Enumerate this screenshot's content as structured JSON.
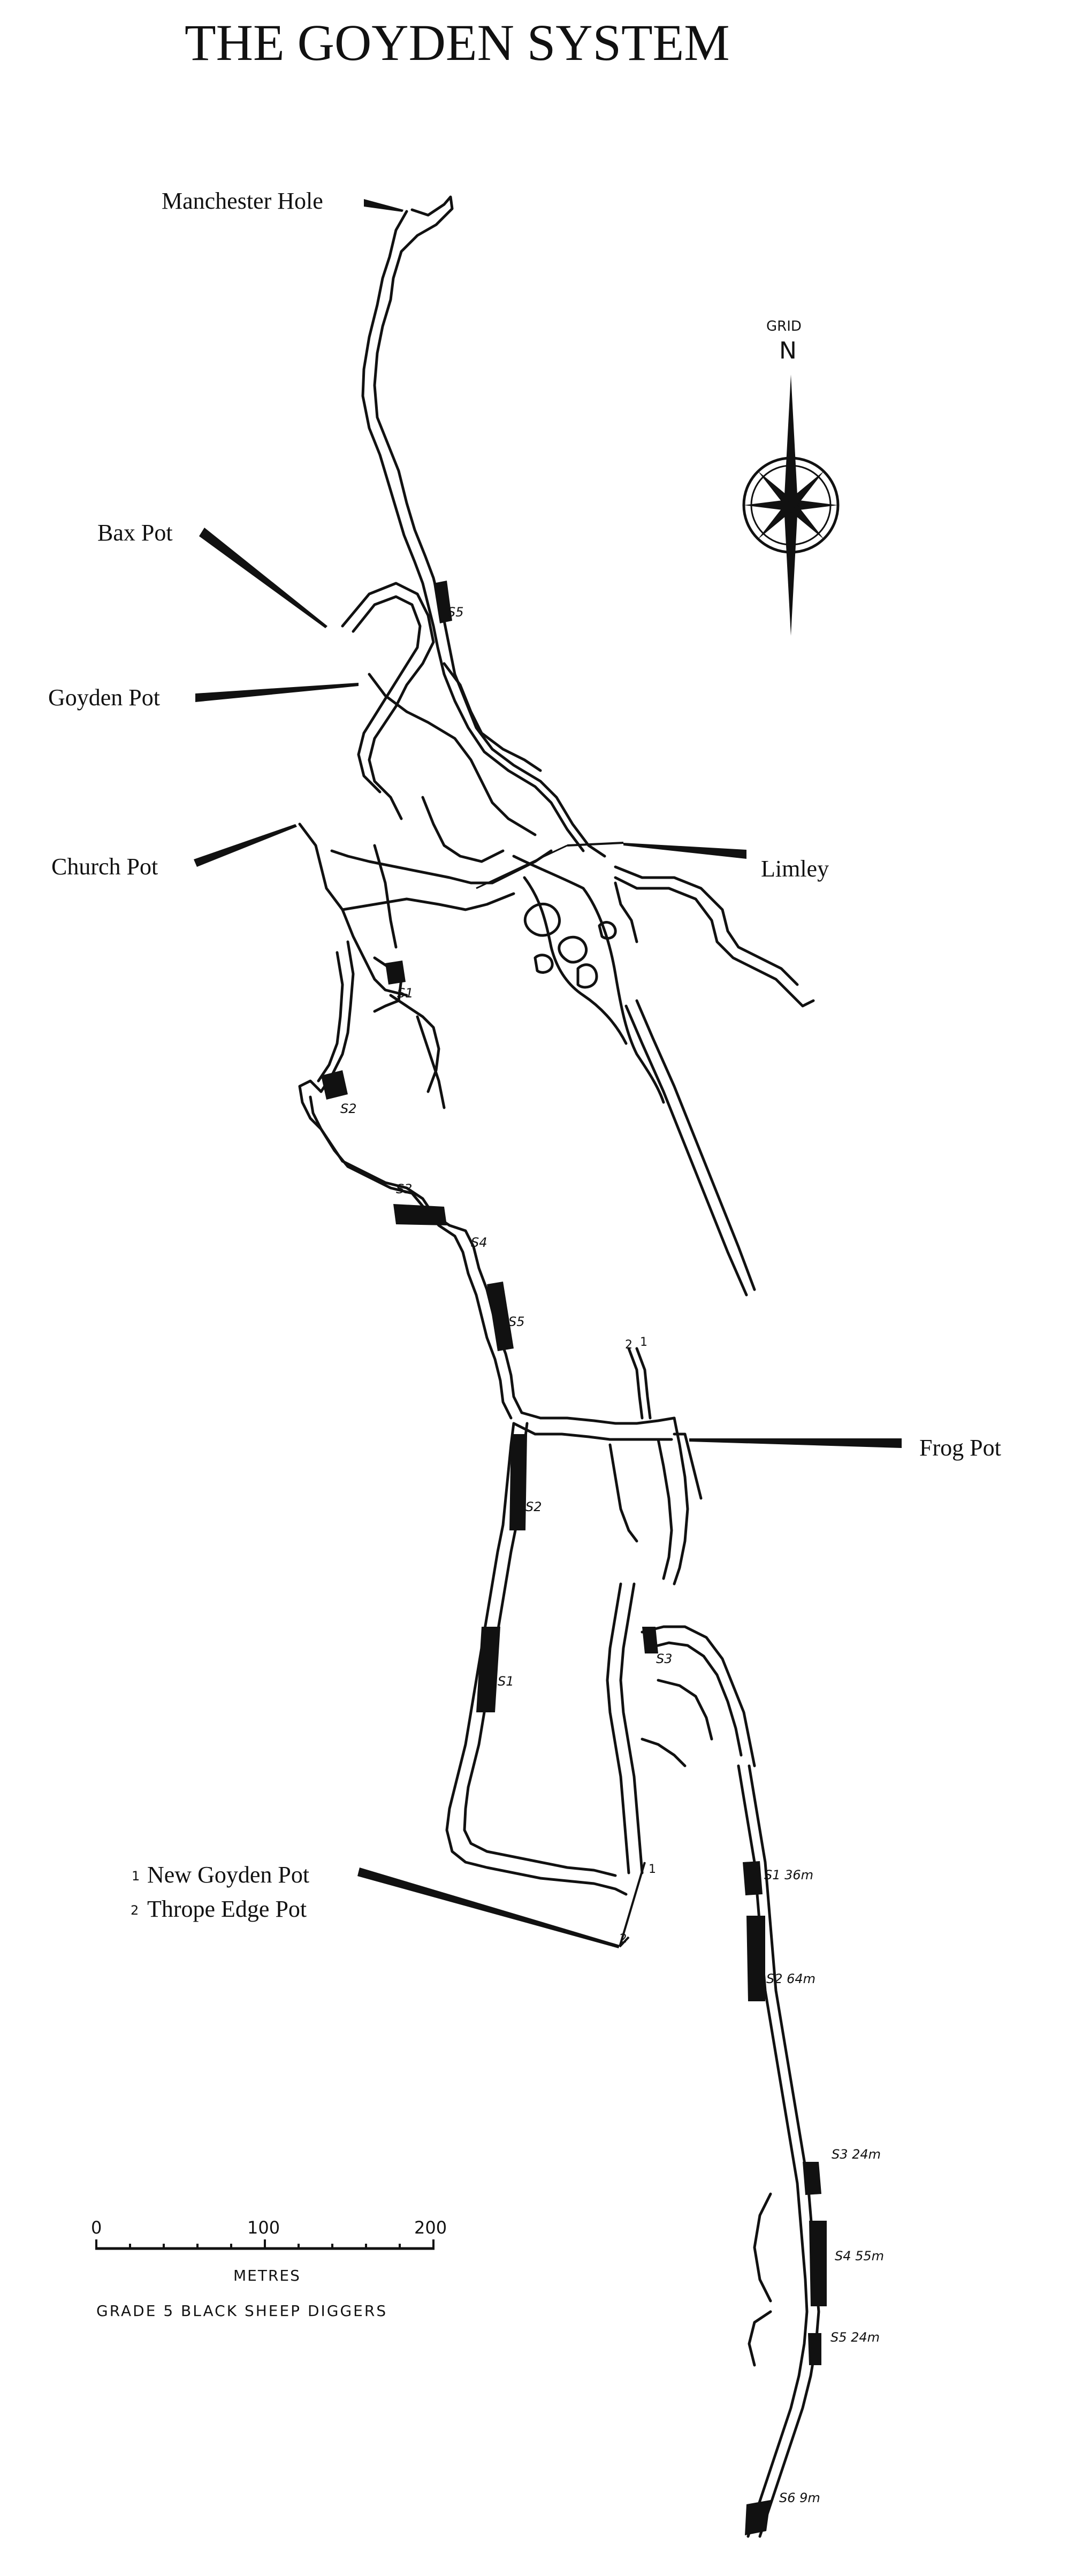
{
  "map": {
    "title": "THE GOYDEN SYSTEM",
    "entrances": {
      "manchester_hole": "Manchester Hole",
      "bax_pot": "Bax Pot",
      "goyden_pot": "Goyden Pot",
      "church_pot": "Church Pot",
      "limley": "Limley",
      "frog_pot": "Frog Pot",
      "new_goyden_pot": "New Goyden Pot",
      "thrope_edge_pot": "Thrope Edge Pot"
    },
    "legend_markers": {
      "new_goyden": "1",
      "thrope_edge": "2"
    },
    "north_arrow": {
      "grid": "GRID",
      "n": "N"
    },
    "scale_bar": {
      "ticks": [
        "0",
        "100",
        "200"
      ],
      "unit": "METRES",
      "credit": "GRADE 5  BLACK SHEEP DIGGERS"
    },
    "sumps": {
      "upper": [
        "S5"
      ],
      "upper_system": [
        "S1",
        "S2",
        "S3",
        "S4",
        "S5"
      ],
      "middle": [
        "S2",
        "S1",
        "S3"
      ],
      "lower": [
        "S1 36m",
        "S2 64m",
        "S3 24m",
        "S4 55m",
        "S5 24m",
        "S6 9m"
      ]
    },
    "point_markers": [
      "1",
      "2",
      "1",
      "2"
    ],
    "colors": {
      "ink": "#111111",
      "paper": "#ffffff"
    }
  }
}
